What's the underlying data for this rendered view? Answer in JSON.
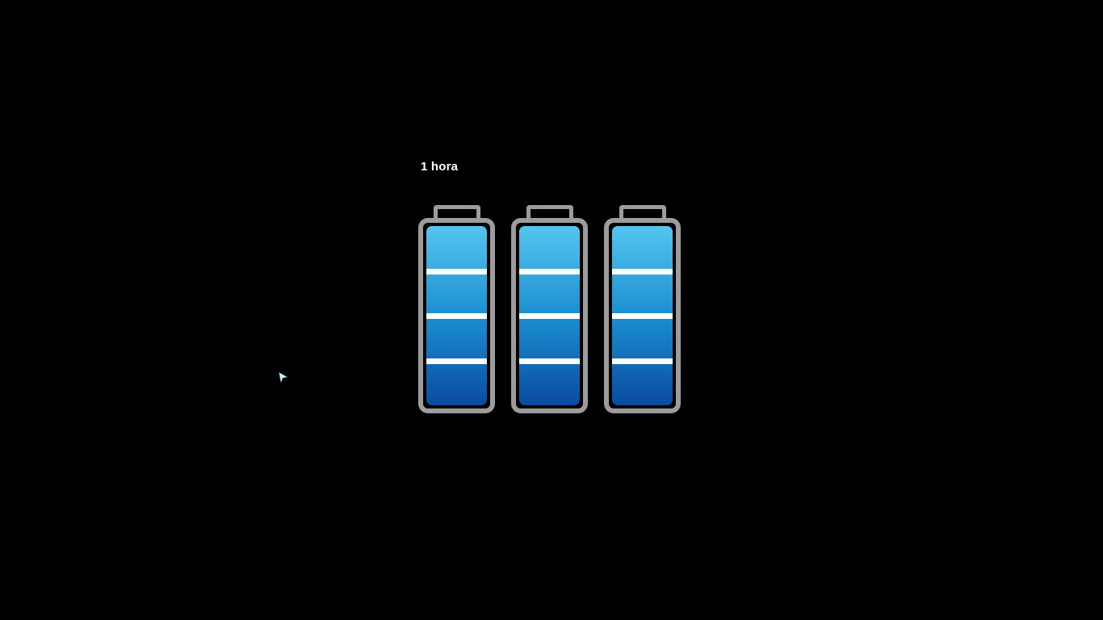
{
  "screen": {
    "background": "#000000"
  },
  "label": {
    "text": "1 hora"
  },
  "batteries": [
    {
      "name": "battery-1",
      "segments": 4,
      "level": 4,
      "state": "full"
    },
    {
      "name": "battery-2",
      "segments": 4,
      "level": 4,
      "state": "full"
    },
    {
      "name": "battery-3",
      "segments": 4,
      "level": 4,
      "state": "full"
    }
  ],
  "icons": {
    "cursor": "mouse-pointer-icon"
  },
  "colors": {
    "background": "#000000",
    "battery_border": "#9c9c9c",
    "segment_top": "#55c5ee",
    "segment_mid": "#1b8fd0",
    "segment_bottom": "#0a4ca0",
    "separator": "#ffffff",
    "label_text": "#ffffff"
  }
}
